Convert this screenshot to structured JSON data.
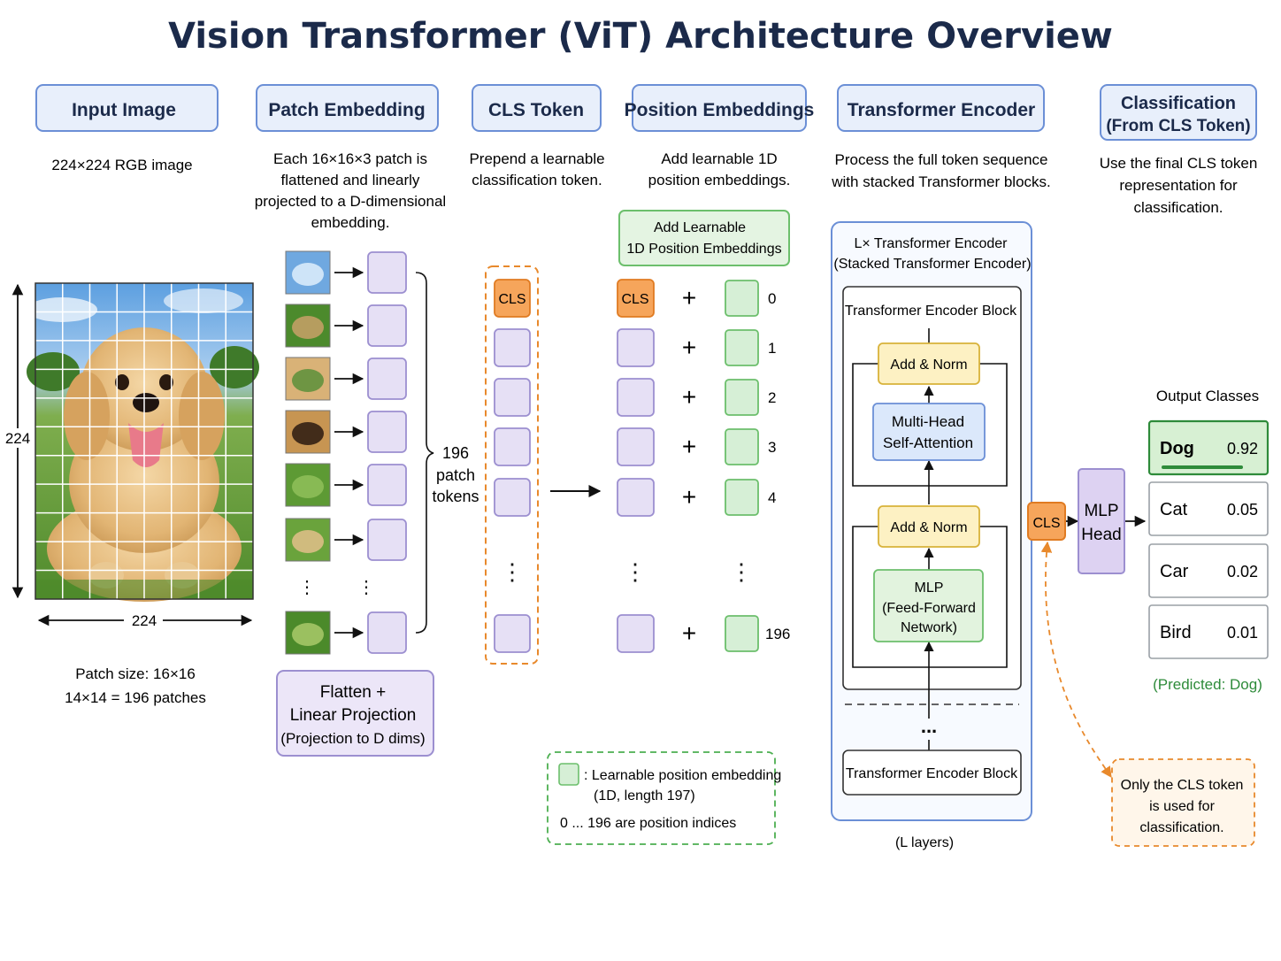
{
  "title": "Vision Transformer (ViT) Architecture Overview",
  "columns": {
    "input": {
      "header": "Input Image",
      "desc": "224×224 RGB image"
    },
    "patch": {
      "header": "Patch Embedding",
      "desc": [
        "Each 16×16×3 patch is",
        "flattened and linearly",
        "projected to a D-dimensional",
        "embedding."
      ]
    },
    "cls": {
      "header": "CLS Token",
      "desc": [
        "Prepend a learnable",
        "classification token."
      ]
    },
    "pos": {
      "header": "Position Embeddings",
      "desc": [
        "Add learnable 1D",
        "position embeddings."
      ]
    },
    "encoder": {
      "header": "Transformer Encoder",
      "desc": [
        "Process the full token sequence",
        "with stacked Transformer blocks."
      ]
    },
    "classification": {
      "header": [
        "Classification",
        "(From CLS Token)"
      ],
      "desc": [
        "Use the final CLS token",
        "representation for",
        "classification."
      ]
    }
  },
  "input_image": {
    "height_label": "224",
    "width_label": "224",
    "patch_size": "Patch size: 16×16",
    "patch_count": "14×14 = 196 patches"
  },
  "patch_tokens_label": [
    "196",
    "patch",
    "tokens"
  ],
  "projection_box": [
    "Flatten +",
    "Linear Projection",
    "(Projection to D dims)"
  ],
  "cls_label": "CLS",
  "pos_box": [
    "Add Learnable",
    "1D Position Embeddings"
  ],
  "plus": "+",
  "position_indices": [
    "0",
    "1",
    "2",
    "3",
    "4",
    "196"
  ],
  "legend": {
    "line1": ": Learnable position embedding",
    "line2": "(1D, length 197)",
    "line3": "0 ... 196  are position indices"
  },
  "encoder": {
    "outer_title": [
      "L× Transformer Encoder",
      "(Stacked Transformer Encoder)"
    ],
    "block_title": "Transformer Encoder Block",
    "add_norm": "Add & Norm",
    "attention": [
      "Multi-Head",
      "Self-Attention"
    ],
    "mlp": [
      "MLP",
      "(Feed-Forward",
      "Network)"
    ],
    "ellipsis": "...",
    "bottom_block": "Transformer Encoder Block",
    "layers_label": "(L layers)"
  },
  "mlp_head": [
    "MLP",
    "Head"
  ],
  "output": {
    "title": "Output Classes",
    "classes": [
      {
        "name": "Dog",
        "prob": "0.92",
        "value": 0.92
      },
      {
        "name": "Cat",
        "prob": "0.05",
        "value": 0.05
      },
      {
        "name": "Car",
        "prob": "0.02",
        "value": 0.02
      },
      {
        "name": "Bird",
        "prob": "0.01",
        "value": 0.01
      }
    ],
    "predicted": "(Predicted: Dog)"
  },
  "cls_note": [
    "Only the CLS token",
    "is used for",
    "classification."
  ],
  "colors": {
    "header_fill": "#e8effb",
    "header_stroke": "#6b8fd6",
    "patch_fill": "#e6e0f5",
    "patch_stroke": "#9c8fd0",
    "cls_fill": "#f6a55b",
    "cls_stroke": "#e07b22",
    "pos_fill": "#d6efd6",
    "pos_stroke": "#6cbf6c",
    "addnorm_fill": "#fdf1c3",
    "addnorm_stroke": "#d8b23a",
    "attn_fill": "#dbe8fb",
    "attn_stroke": "#6b8fd6",
    "accent_green": "#2e8b3a",
    "accent_orange": "#e8892c"
  }
}
